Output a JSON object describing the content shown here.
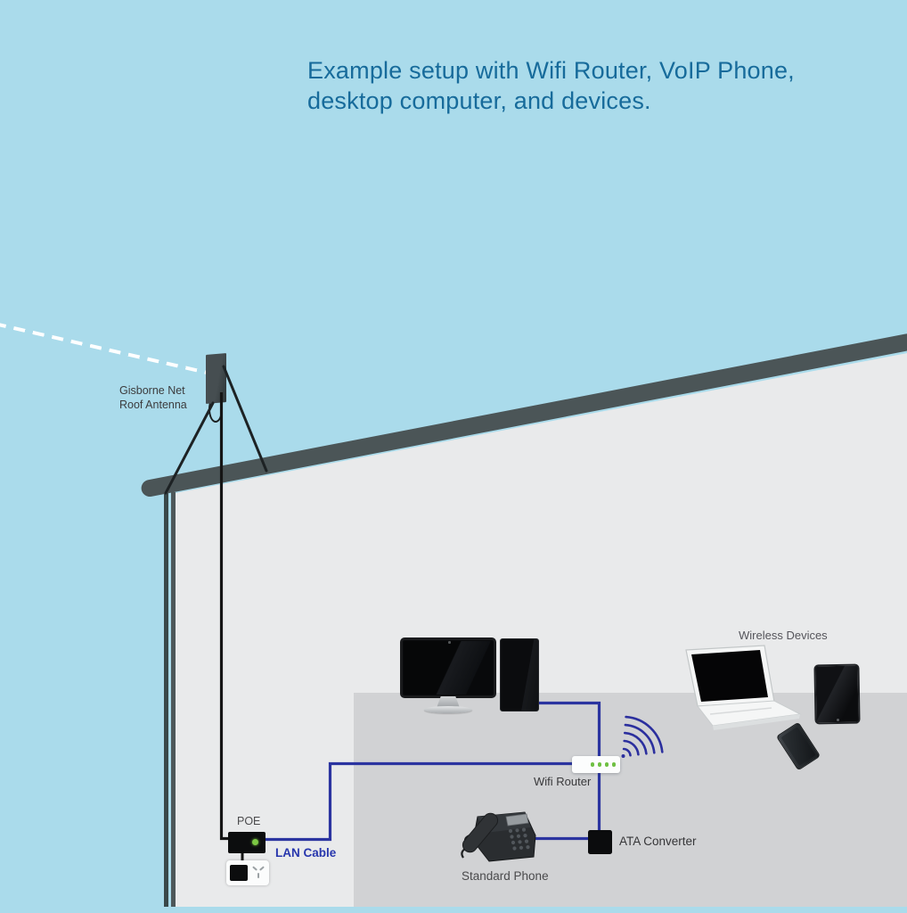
{
  "title": {
    "line1": "Example setup with Wifi Router, VoIP Phone,",
    "line2": "desktop computer, and devices."
  },
  "labels": {
    "roof_antenna_line1": "Gisborne Net",
    "roof_antenna_line2": "Roof Antenna",
    "poe": "POE",
    "lan_cable": "LAN Cable",
    "wifi_router": "Wifi Router",
    "ata_converter": "ATA Converter",
    "standard_phone": "Standard Phone",
    "wireless_devices": "Wireless Devices"
  },
  "colors": {
    "sky": "#aadbeb",
    "roof": "#4b5557",
    "wall": "#e9eaeb",
    "room": "#d1d2d4",
    "title_text": "#176b9b",
    "label_text": "#3e3e40",
    "lan_label_blue": "#2736ad",
    "cable_black": "#151515",
    "cable_blue": "#2b34a0",
    "wifi_signal_blue": "#2b2f9e",
    "router_led_green": "#6fc043",
    "poe_led_green": "#7cc843",
    "signal_dashed_line": "#ffffff"
  },
  "devices": [
    {
      "name": "roof-antenna"
    },
    {
      "name": "poe-injector"
    },
    {
      "name": "power-outlet"
    },
    {
      "name": "desktop-monitor"
    },
    {
      "name": "computer-tower"
    },
    {
      "name": "wifi-router"
    },
    {
      "name": "wifi-signal-arcs"
    },
    {
      "name": "ata-converter"
    },
    {
      "name": "standard-phone"
    },
    {
      "name": "laptop"
    },
    {
      "name": "tablet"
    },
    {
      "name": "smartphone"
    }
  ],
  "diagram": {
    "connections": [
      {
        "from": "sky-signal",
        "to": "roof-antenna",
        "type": "wireless-dashed"
      },
      {
        "from": "roof-antenna",
        "to": "poe-injector",
        "type": "antenna-cable"
      },
      {
        "from": "poe-injector",
        "to": "power-outlet",
        "type": "power-cord"
      },
      {
        "from": "poe-injector",
        "to": "wifi-router",
        "type": "lan-cable"
      },
      {
        "from": "wifi-router",
        "to": "computer-tower",
        "type": "lan-cable"
      },
      {
        "from": "wifi-router",
        "to": "ata-converter",
        "type": "lan-cable"
      },
      {
        "from": "ata-converter",
        "to": "standard-phone",
        "type": "phone-cable"
      },
      {
        "from": "wifi-router",
        "to": "wireless-devices",
        "type": "wifi-signal"
      }
    ]
  }
}
